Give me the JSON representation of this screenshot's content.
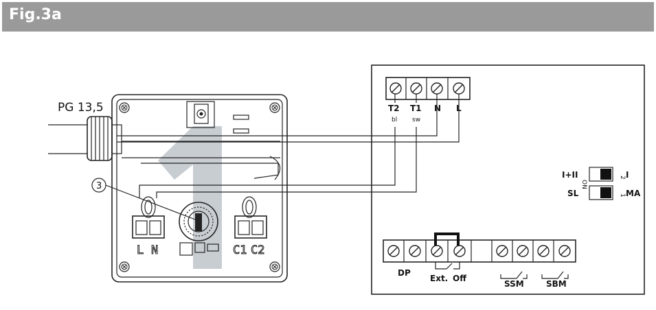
{
  "figure": {
    "title": "Fig.3a"
  },
  "device": {
    "cable_gland_label": "PG 13,5",
    "callout_number": "3",
    "big_digit": "1",
    "left_terminal_labels": [
      "L",
      "N"
    ],
    "right_terminal_labels": [
      "C1",
      "C2"
    ]
  },
  "top_block": {
    "terminals": [
      {
        "label": "T2",
        "sub": "bl"
      },
      {
        "label": "T1",
        "sub": "sw"
      },
      {
        "label": "N",
        "sub": ""
      },
      {
        "label": "L",
        "sub": ""
      }
    ]
  },
  "dip_switch": {
    "row1": {
      "left": "I+II",
      "right": "I",
      "number": "2"
    },
    "row2": {
      "left": "SL",
      "right": "MA",
      "number": "1"
    },
    "on_label": "ON"
  },
  "bottom_block": {
    "labels": {
      "dp": "DP",
      "ext": "Ext.",
      "off": "Off",
      "ssm": "SSM",
      "sbm": "SBM"
    }
  },
  "colors": {
    "title_bar": "#9a9a9a",
    "watermark": "#c8cdd2",
    "line": "#222222"
  }
}
